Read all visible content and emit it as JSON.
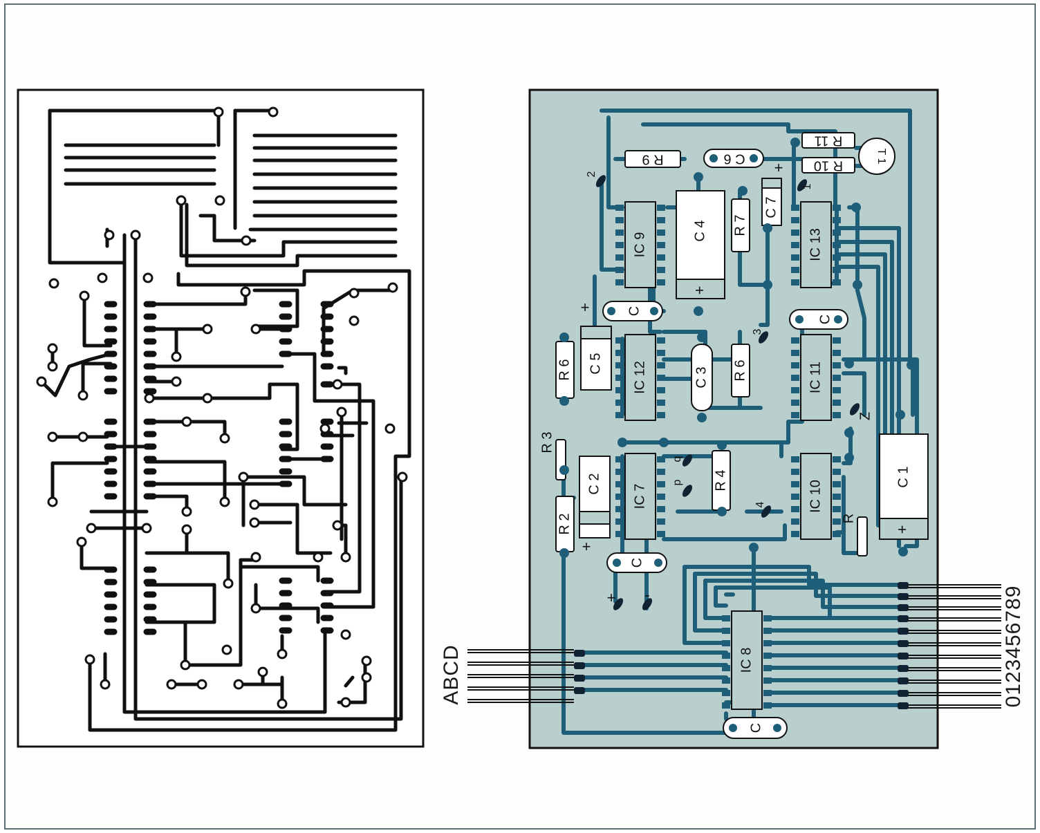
{
  "left_board": {
    "description_text": ""
  },
  "right_board": {
    "components": {
      "ic9": "IC 9",
      "ic13": "IC 13",
      "ic12": "IC 12",
      "ic11": "IC 11",
      "ic7": "IC 7",
      "ic10": "IC 10",
      "ic8": "IC 8",
      "c1": "C 1",
      "c2": "C 2",
      "c3": "C 3",
      "c4": "C 4",
      "c5": "C 5",
      "c6": "C 6",
      "c7": "C 7",
      "r2": "R 2",
      "r3": "R 3",
      "r4": "R 4",
      "r6a": "R 6",
      "r6b": "R 6",
      "r7": "R 7",
      "r9": "R 9",
      "r10": "R 10",
      "r11": "R 11",
      "r1": "R",
      "cap_a": "C",
      "cap_b": "C",
      "cap_c": "C",
      "cap_d": "C",
      "t1": "T 1",
      "pin_2": "2",
      "pin_1": "1",
      "pin_3": "3",
      "pin_4": "4",
      "pin_z": "Z",
      "pin_q": "q",
      "pin_p": "p"
    },
    "polarity": {
      "plus": "+",
      "minus": "-"
    },
    "inputs_label": "ABCD",
    "outputs_label": "0123456789"
  },
  "colors": {
    "board_fill": "#b9cfcd",
    "trace": "#1f5e78",
    "frame": "#5a6f74",
    "ink": "#111111"
  }
}
